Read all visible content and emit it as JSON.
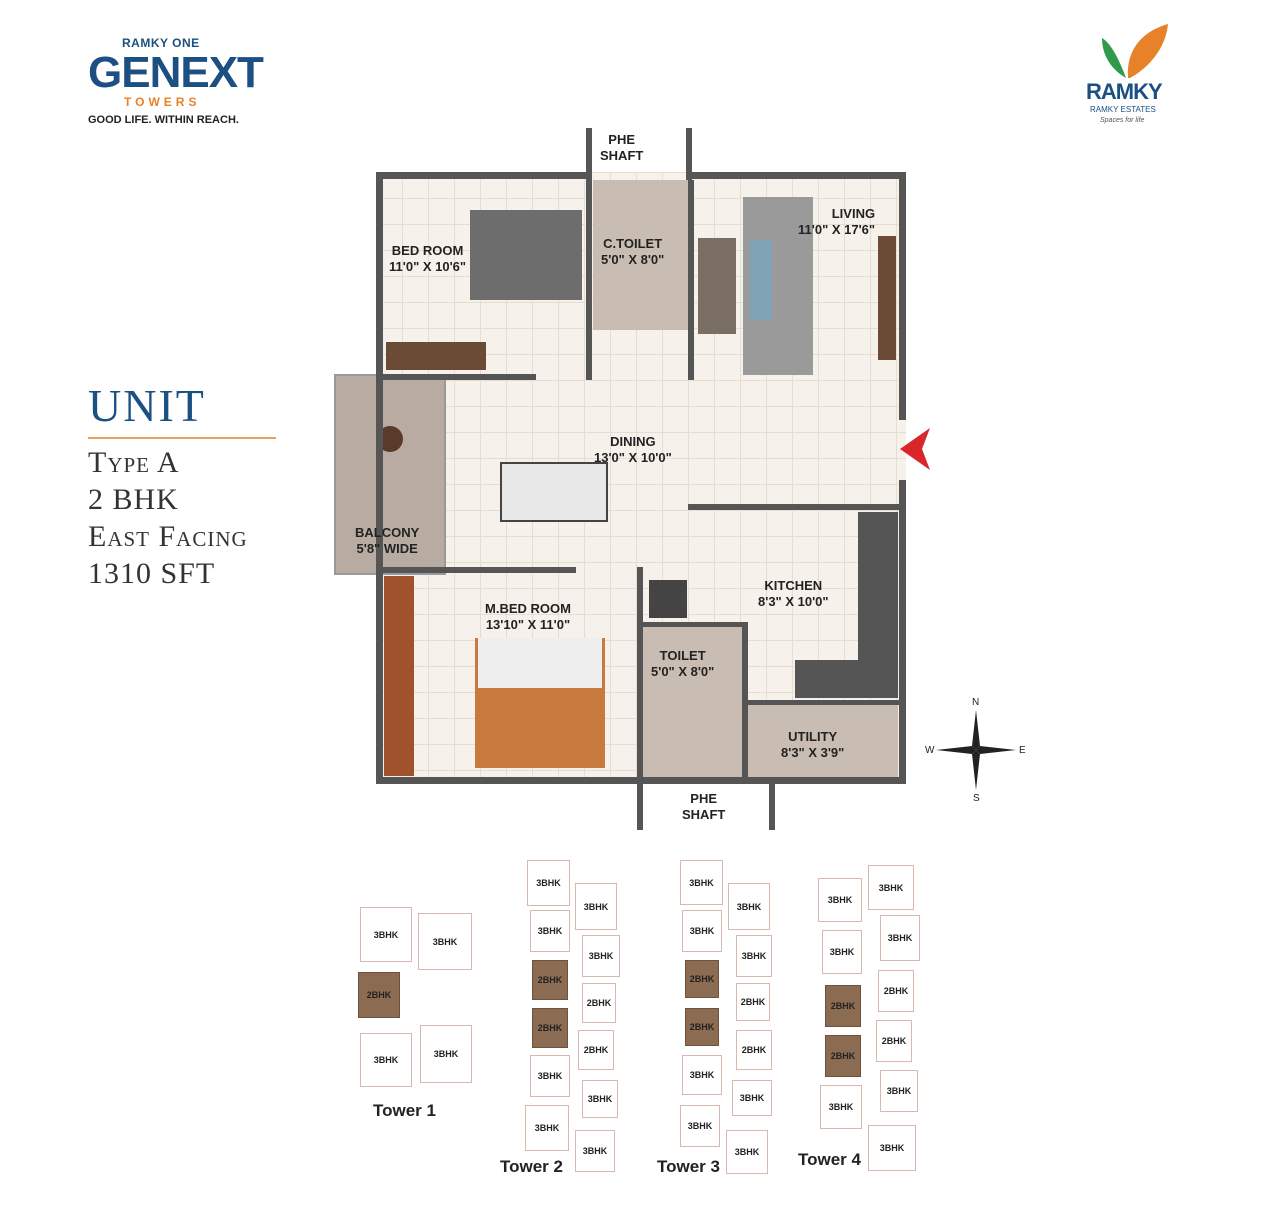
{
  "brand": {
    "project_top": "RAMKY ONE",
    "project_main_a": "GEN",
    "project_main_b": "EXT",
    "project_sub": "TOWERS",
    "tagline": "GOOD LIFE. WITHIN REACH.",
    "developer": "RAMKY",
    "developer_full": "RAMKY ESTATES",
    "developer_tagline": "Spaces for life"
  },
  "unit": {
    "title": "UNIT",
    "type": "Type A",
    "config": "2 BHK",
    "facing": "East Facing",
    "area": "1310 SFT"
  },
  "rooms": {
    "phe_top": {
      "name": "PHE",
      "sub": "SHAFT"
    },
    "bedroom": {
      "name": "BED ROOM",
      "size": "11'0\" X 10'6\""
    },
    "ctoilet": {
      "name": "C.TOILET",
      "size": "5'0\" X 8'0\""
    },
    "living": {
      "name": "LIVING",
      "size": "11'0\" X 17'6\""
    },
    "dining": {
      "name": "DINING",
      "size": "13'0\" X 10'0\""
    },
    "balcony": {
      "name": "BALCONY",
      "size": "5'8\" WIDE"
    },
    "kitchen": {
      "name": "KITCHEN",
      "size": "8'3\" X 10'0\""
    },
    "mbed": {
      "name": "M.BED ROOM",
      "size": "13'10\" X 11'0\""
    },
    "toilet": {
      "name": "TOILET",
      "size": "5'0\" X 8'0\""
    },
    "utility": {
      "name": "UTILITY",
      "size": "8'3\" X 3'9\""
    },
    "phe_bottom": {
      "name": "PHE",
      "sub": "SHAFT"
    }
  },
  "entrance_color": "#d9262b",
  "compass": {
    "n": "N",
    "s": "S",
    "e": "E",
    "w": "W"
  },
  "highlight_color": "#8b6b52",
  "towers": [
    {
      "name": "Tower 1",
      "units": [
        "3BHK",
        "2BHK",
        "3BHK",
        "3BHK",
        "3BHK"
      ]
    },
    {
      "name": "Tower 2",
      "units": [
        "3BHK",
        "3BHK",
        "2BHK",
        "2BHK",
        "3BHK",
        "3BHK",
        "3BHK",
        "3BHK",
        "2BHK",
        "2BHK",
        "3BHK",
        "3BHK"
      ]
    },
    {
      "name": "Tower 3",
      "units": [
        "3BHK",
        "3BHK",
        "2BHK",
        "2BHK",
        "3BHK",
        "3BHK",
        "3BHK",
        "3BHK",
        "2BHK",
        "2BHK",
        "3BHK",
        "3BHK"
      ]
    },
    {
      "name": "Tower 4",
      "units": [
        "3BHK",
        "3BHK",
        "2BHK",
        "2BHK",
        "3BHK",
        "3BHK",
        "3BHK",
        "2BHK",
        "2BHK",
        "3BHK",
        "3BHK"
      ]
    }
  ]
}
